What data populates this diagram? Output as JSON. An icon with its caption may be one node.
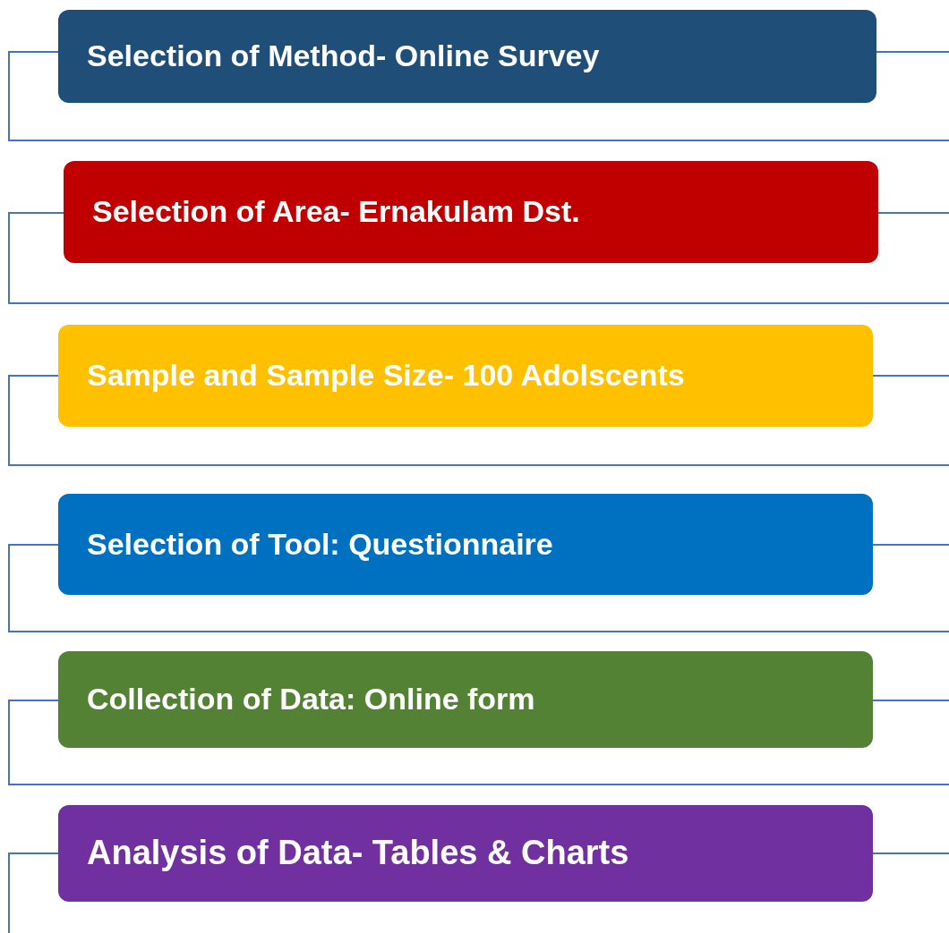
{
  "diagram": {
    "nodes": [
      {
        "text": [
          "Selection of Method- Online Survey"
        ]
      },
      {
        "text": [
          "Selection of Area- Ernakulam Dst."
        ]
      },
      {
        "text": [
          "Sample and Sample Size- 100 Adolscents"
        ]
      },
      {
        "text": [
          "Selection of Tool: Questionnaire"
        ]
      },
      {
        "text": [
          "Collection of Data: Online form"
        ]
      },
      {
        "text": [
          "Analysis of Data- Tables & Charts"
        ]
      }
    ],
    "edges": [
      {
        "from": 0,
        "to": null,
        "arrow": "none"
      },
      {
        "from": 0,
        "to": 1,
        "arrow": "none"
      },
      {
        "from": 1,
        "to": 2,
        "arrow": "none"
      },
      {
        "from": 2,
        "to": 3,
        "arrow": "none"
      },
      {
        "from": 3,
        "to": 4,
        "arrow": "none"
      },
      {
        "from": 4,
        "to": 5,
        "arrow": "none"
      },
      {
        "from": 5,
        "to": null,
        "arrow": "none"
      }
    ]
  }
}
